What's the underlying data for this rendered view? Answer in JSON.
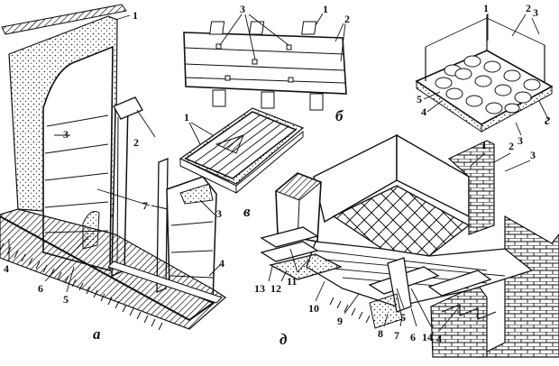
{
  "figure": {
    "panel_a": {
      "letter": "а",
      "callouts": [
        "1",
        "2",
        "3",
        "3",
        "4",
        "4",
        "5",
        "6",
        "7"
      ]
    },
    "panel_b": {
      "letter": "б",
      "callouts": [
        "1",
        "2",
        "3"
      ]
    },
    "panel_v": {
      "letter": "в",
      "callouts": [
        "1"
      ]
    },
    "panel_g": {
      "letter": "г",
      "callouts": [
        "1",
        "2",
        "3",
        "4",
        "5"
      ]
    },
    "panel_d": {
      "letter": "д",
      "callouts": [
        "1",
        "2",
        "3",
        "4",
        "5",
        "6",
        "7",
        "8",
        "9",
        "10",
        "11",
        "12",
        "13",
        "14"
      ]
    }
  }
}
